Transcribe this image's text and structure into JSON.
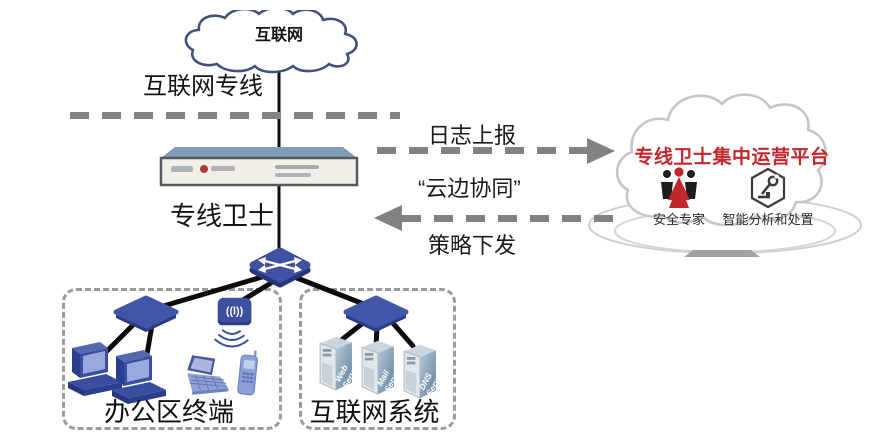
{
  "colors": {
    "top_cloud_outline": "#44517e",
    "platform_cloud_outline": "#c6c6c6",
    "platform_title_red": "#c1272d",
    "arrow_gray": "#828282",
    "link_black": "#0c0c0c",
    "network_blue": "#3c509f",
    "dashed_box_gray": "#9b9b9b"
  },
  "internet_cloud": {
    "icon": "cloud-icon",
    "label": "互联网"
  },
  "wan_link_label": "互联网专线",
  "gateway": {
    "icon": "security-gateway-appliance-icon",
    "label": "专线卫士"
  },
  "cloud_edge": {
    "up_arrow_label": "日志上报",
    "middle_label": "“云边协同”",
    "down_arrow_label": "策略下发"
  },
  "platform_cloud": {
    "icon": "cloud-platform-icon",
    "title": "专线卫士集中运营平台",
    "features": [
      {
        "icon": "security-experts-icon",
        "label": "安全专家"
      },
      {
        "icon": "intelligent-analysis-icon",
        "label": "智能分析和处置"
      }
    ]
  },
  "lan": {
    "core_switch_icon": "workgroup-switch-icon",
    "groups": [
      {
        "label": "办公区终端",
        "device_icons": [
          "lan-switch-icon",
          "desktop-pc-icon",
          "desktop-pc-icon",
          "laptop-icon",
          "wireless-ap-icon",
          "mobile-phone-icon"
        ],
        "ap_glyph": "((l))"
      },
      {
        "label": "互联网系统",
        "device_icons": [
          "lan-switch-icon",
          "server-tower-icon",
          "server-tower-icon",
          "server-tower-icon"
        ],
        "servers": [
          {
            "line1": "Web",
            "line2": "Server"
          },
          {
            "line1": "Mail",
            "line2": "Server"
          },
          {
            "line1": "DNS",
            "line2": "Server"
          }
        ]
      }
    ]
  }
}
